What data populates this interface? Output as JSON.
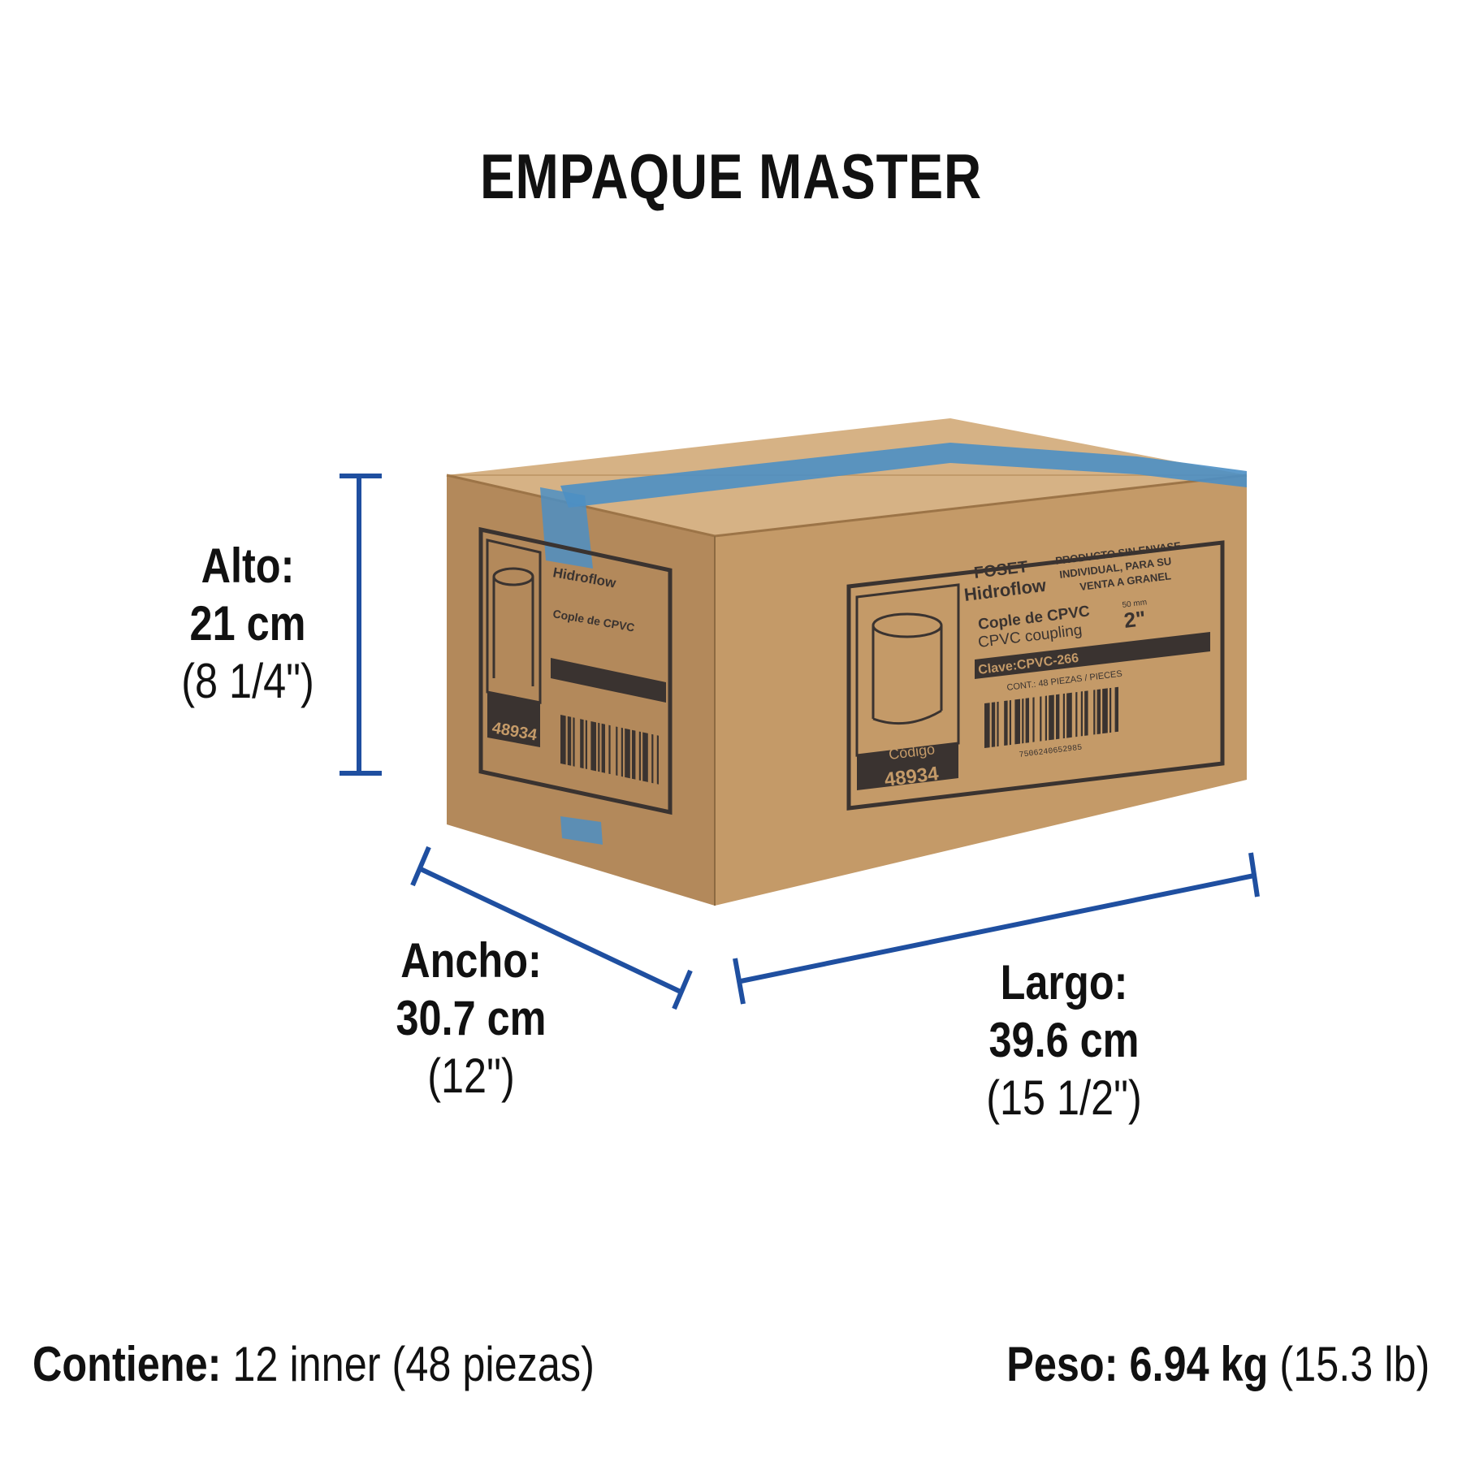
{
  "title": "EMPAQUE MASTER",
  "dimensions": {
    "alto": {
      "label": "Alto:",
      "metric": "21 cm",
      "imperial": "(8 1/4\")"
    },
    "ancho": {
      "label": "Ancho:",
      "metric": "30.7 cm",
      "imperial": "(12\")"
    },
    "largo": {
      "label": "Largo:",
      "metric": "39.6 cm",
      "imperial": "(15 1/2\")"
    }
  },
  "footer": {
    "contiene_label": "Contiene:",
    "contiene_value": "12 inner (48 piezas)",
    "peso_label": "Peso:",
    "peso_metric": "6.94 kg",
    "peso_imperial": "(15.3 lb)"
  },
  "box_label": {
    "brand_top": "FOSET",
    "brand_bottom": "Hidroflow",
    "notice": [
      "PRODUCTO SIN ENVASE",
      "INDIVIDUAL, PARA SU",
      "VENTA A GRANEL"
    ],
    "product_es": "Cople de CPVC",
    "product_en": "CPVC coupling",
    "size_mm": "50 mm",
    "size_in": "2\"",
    "clave": "Clave:CPVC-266",
    "contents": "CONT.: 48 PIEZAS / PIECES",
    "barcode_digits": "7506240652985",
    "codigo_label": "Código",
    "codigo_value": "48934"
  },
  "colors": {
    "measure_line": "#1f4fa0",
    "cardboard_front": "#c49a68",
    "cardboard_side": "#b3895b",
    "cardboard_top": "#d6b285",
    "tape": "#4c8fc4",
    "print": "#3a3330"
  }
}
